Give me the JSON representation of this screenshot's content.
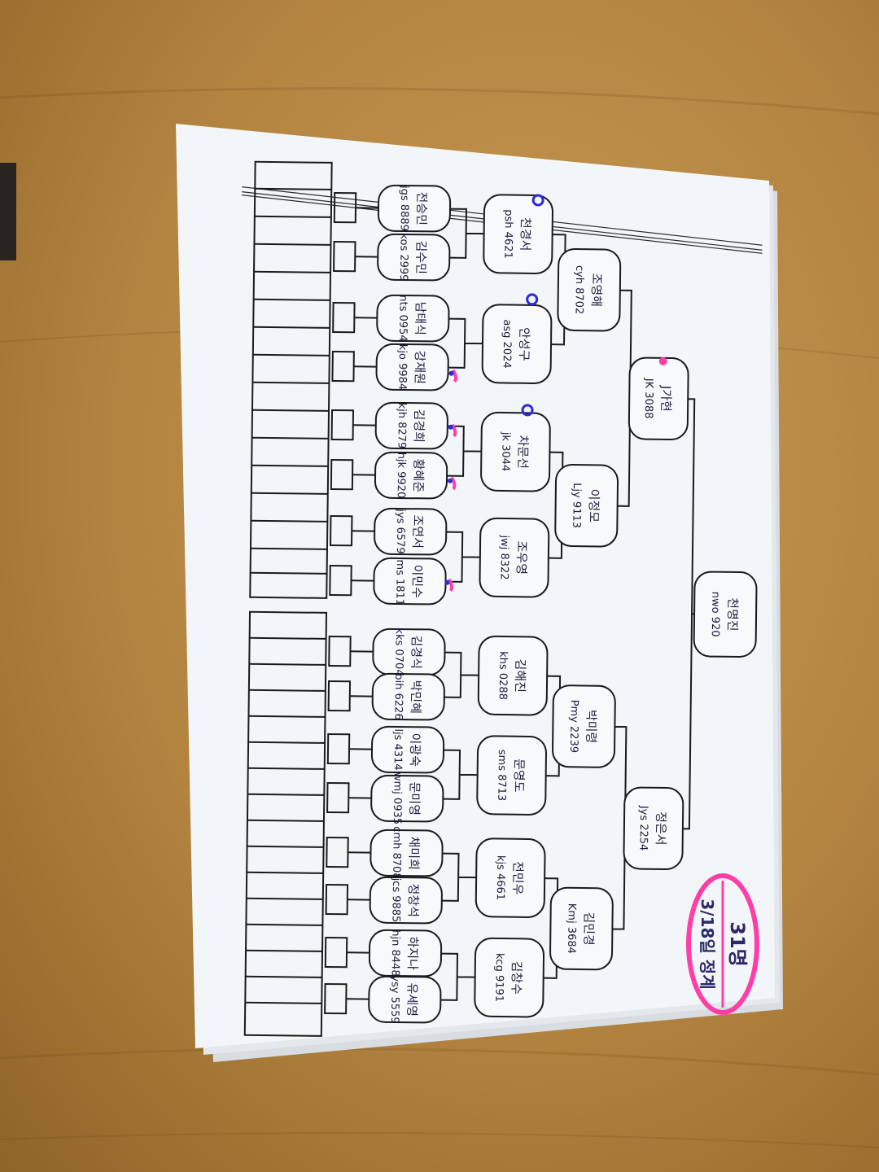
{
  "colors": {
    "desk": "#b9893f",
    "paper": "#f3f6f9",
    "ink": "#1c1c3a",
    "marker_pink": "#ff3fa7",
    "marker_blue": "#2b2bd9"
  },
  "stamp": {
    "line1": "31명",
    "line2": "3/18일 정계"
  },
  "champion": {
    "name": "천명진",
    "code": "nwo 920"
  },
  "finals": [
    {
      "name": "J가현",
      "code": "JK 3088"
    },
    {
      "name": "정은서",
      "code": "Jys 2254"
    }
  ],
  "semis": [
    {
      "name": "조영해",
      "code": "cyh 8702"
    },
    {
      "name": "이정모",
      "code": "Ljy 9113"
    },
    {
      "name": "박미령",
      "code": "Pmy 2239"
    },
    {
      "name": "김민경",
      "code": "Kmj 3684"
    }
  ],
  "quarters": [
    {
      "name": "천경서",
      "code": "psh 4621"
    },
    {
      "name": "안성구",
      "code": "asg 2024"
    },
    {
      "name": "차문선",
      "code": "jk 3044"
    },
    {
      "name": "조우영",
      "code": "jwj 8322"
    },
    {
      "name": "김해진",
      "code": "khs 0288"
    },
    {
      "name": "문영도",
      "code": "sms 8713"
    },
    {
      "name": "전민우",
      "code": "kjs 4661"
    },
    {
      "name": "김창수",
      "code": "kcg 9191"
    }
  ],
  "round16": [
    {
      "name": "전승민",
      "code": "jgs 8889"
    },
    {
      "name": "김수민",
      "code": "kos 2999"
    },
    {
      "name": "남태식",
      "code": "nts 0954"
    },
    {
      "name": "강재원",
      "code": "kjo 9984"
    },
    {
      "name": "김경희",
      "code": "kjh 8279"
    },
    {
      "name": "황혜준",
      "code": "hjk 9920"
    },
    {
      "name": "조연서",
      "code": "jys 6579"
    },
    {
      "name": "이민수",
      "code": "lms 1811"
    },
    {
      "name": "김경식",
      "code": "kks 0704"
    },
    {
      "name": "박민혜",
      "code": "bih 6226"
    },
    {
      "name": "이광숙",
      "code": "ljs 4314"
    },
    {
      "name": "문미영",
      "code": "wmj 0935"
    },
    {
      "name": "채미희",
      "code": "cmh 8708"
    },
    {
      "name": "정창석",
      "code": "jcs 9885"
    },
    {
      "name": "하지나",
      "code": "hjn 8448"
    },
    {
      "name": "유세영",
      "code": "ysy 5559"
    }
  ]
}
